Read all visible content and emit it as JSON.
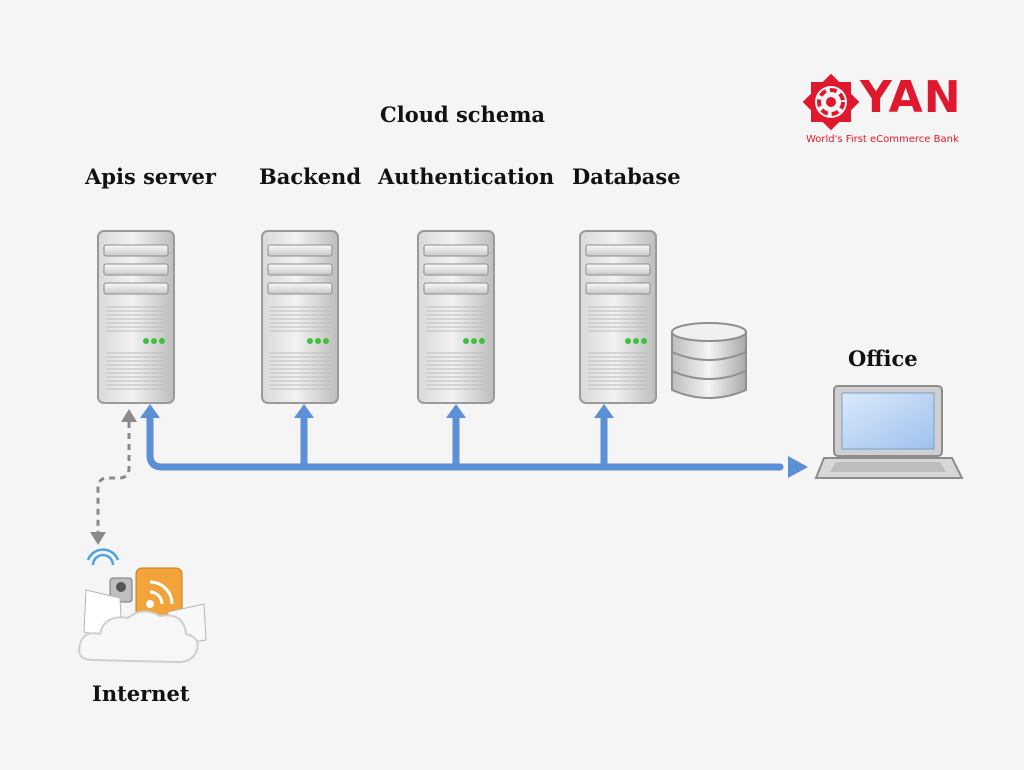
{
  "title": "Cloud schema",
  "nodes": {
    "apis_server": "Apis server",
    "backend": "Backend",
    "authentication": "Authentication",
    "database": "Database",
    "office": "Office",
    "internet": "Internet"
  },
  "brand": {
    "name": "YAN",
    "tagline": "World's First eCommerce Bank"
  },
  "colors": {
    "connection": "#5b8fd6",
    "dashed_link": "#8a8a8a",
    "brand": "#e0182d",
    "led": "#3fbf3f"
  },
  "icons": [
    "server-icon",
    "database-icon",
    "laptop-icon",
    "internet-cloud-icon",
    "yan-logo-icon"
  ]
}
